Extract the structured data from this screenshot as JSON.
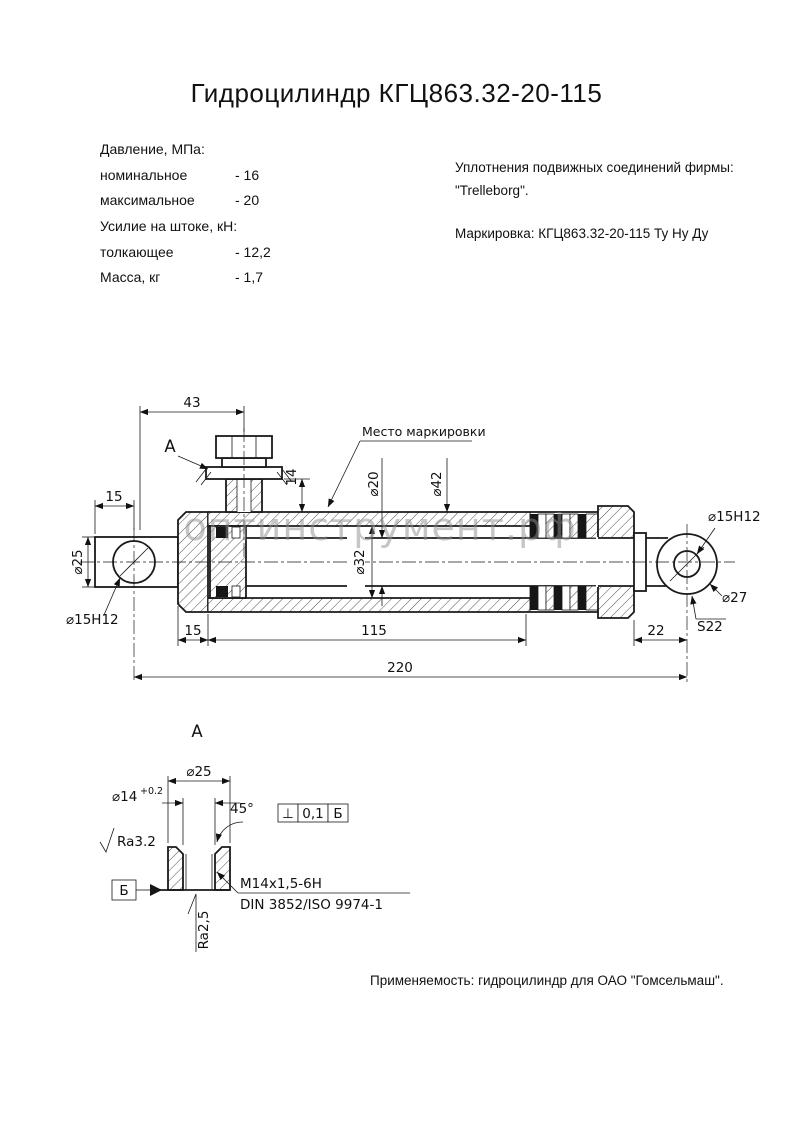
{
  "title": "Гидроцилиндр КГЦ863.32-20-115",
  "specs": {
    "lines": [
      {
        "label": "Давление, МПа:",
        "value": ""
      },
      {
        "label": "номинальное",
        "value": "- 16"
      },
      {
        "label": "максимальное",
        "value": "- 20"
      },
      {
        "label": "Усилие на штоке, кН:",
        "value": ""
      },
      {
        "label": "толкающее",
        "value": "- 12,2"
      },
      {
        "label": "Масса, кг",
        "value": "- 1,7"
      }
    ]
  },
  "notes": {
    "seals_line1": "Уплотнения подвижных соединений фирмы:",
    "seals_line2": "\"Trelleborg\".",
    "marking": "Маркировка: КГЦ863.32-20-115 Ту Ну Ду",
    "application": "Применяемость: гидроцилиндр для ОАО \"Гомсельмаш\"."
  },
  "watermark": "оптинструмент.рф",
  "main_view": {
    "labels": {
      "section_arrow": "А",
      "marking_note": "Место маркировки"
    },
    "dims": {
      "d43": "43",
      "d14": "14",
      "d20": "⌀20",
      "d42": "⌀42",
      "d15_top": "15",
      "d25": "⌀25",
      "d32": "⌀32",
      "d15h12_left": "⌀15H12",
      "d15_bottom": "15",
      "d115": "115",
      "d22": "22",
      "d220": "220",
      "d15h12_right": "⌀15H12",
      "d27": "⌀27",
      "s22": "S22"
    }
  },
  "detail_a": {
    "title": "А",
    "d25": "⌀25",
    "d14": "⌀14",
    "d14_tol": "+0.2",
    "chamfer": "45°",
    "fcf": {
      "symbol": "⊥",
      "tolerance": "0,1",
      "datum": "Б"
    },
    "roughness_face": "Ra3.2",
    "datum_label": "Б",
    "thread": "М14х1,5-6Н",
    "standard": "DIN 3852/ISO 9974-1",
    "roughness_bore": "Ra2,5"
  }
}
